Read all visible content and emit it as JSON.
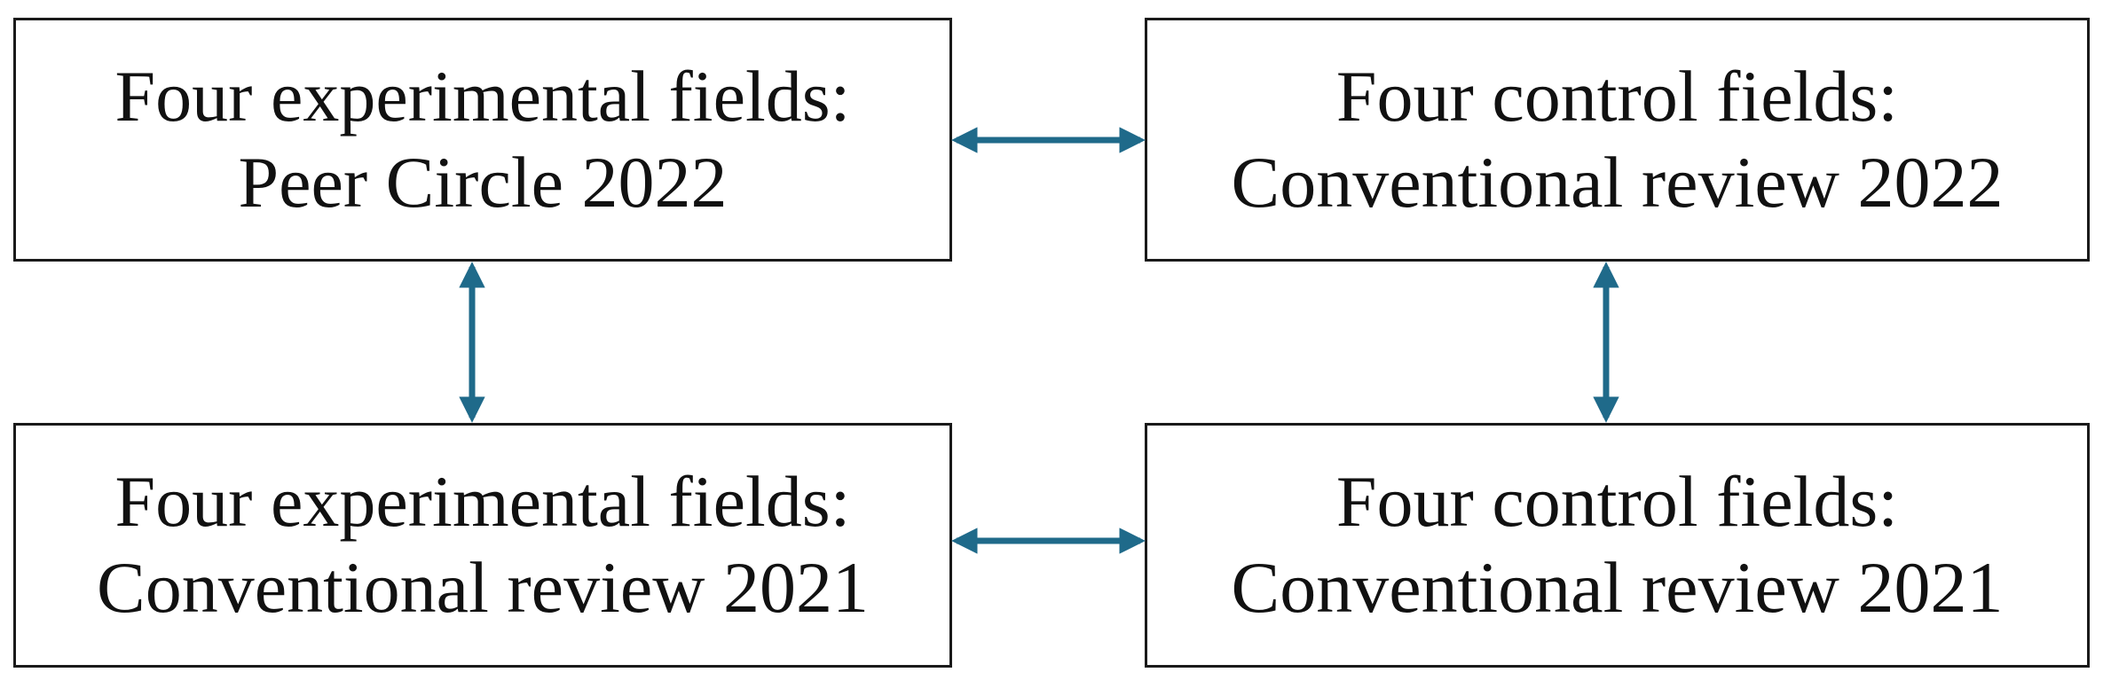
{
  "diagram": {
    "arrow_color": "#1f6a8a",
    "border_color": "#1a1a1a",
    "boxes": {
      "top_left": {
        "line1": "Four experimental fields:",
        "line2": "Peer Circle 2022"
      },
      "top_right": {
        "line1": "Four control fields:",
        "line2": "Conventional review 2022"
      },
      "bottom_left": {
        "line1": "Four experimental fields:",
        "line2": "Conventional review 2021"
      },
      "bottom_right": {
        "line1": "Four control fields:",
        "line2": "Conventional review 2021"
      }
    },
    "arrows": [
      {
        "from": "top_left",
        "to": "top_right",
        "style": "double-headed"
      },
      {
        "from": "bottom_left",
        "to": "bottom_right",
        "style": "double-headed"
      },
      {
        "from": "top_left",
        "to": "bottom_left",
        "style": "double-headed"
      },
      {
        "from": "top_right",
        "to": "bottom_right",
        "style": "double-headed"
      }
    ]
  }
}
